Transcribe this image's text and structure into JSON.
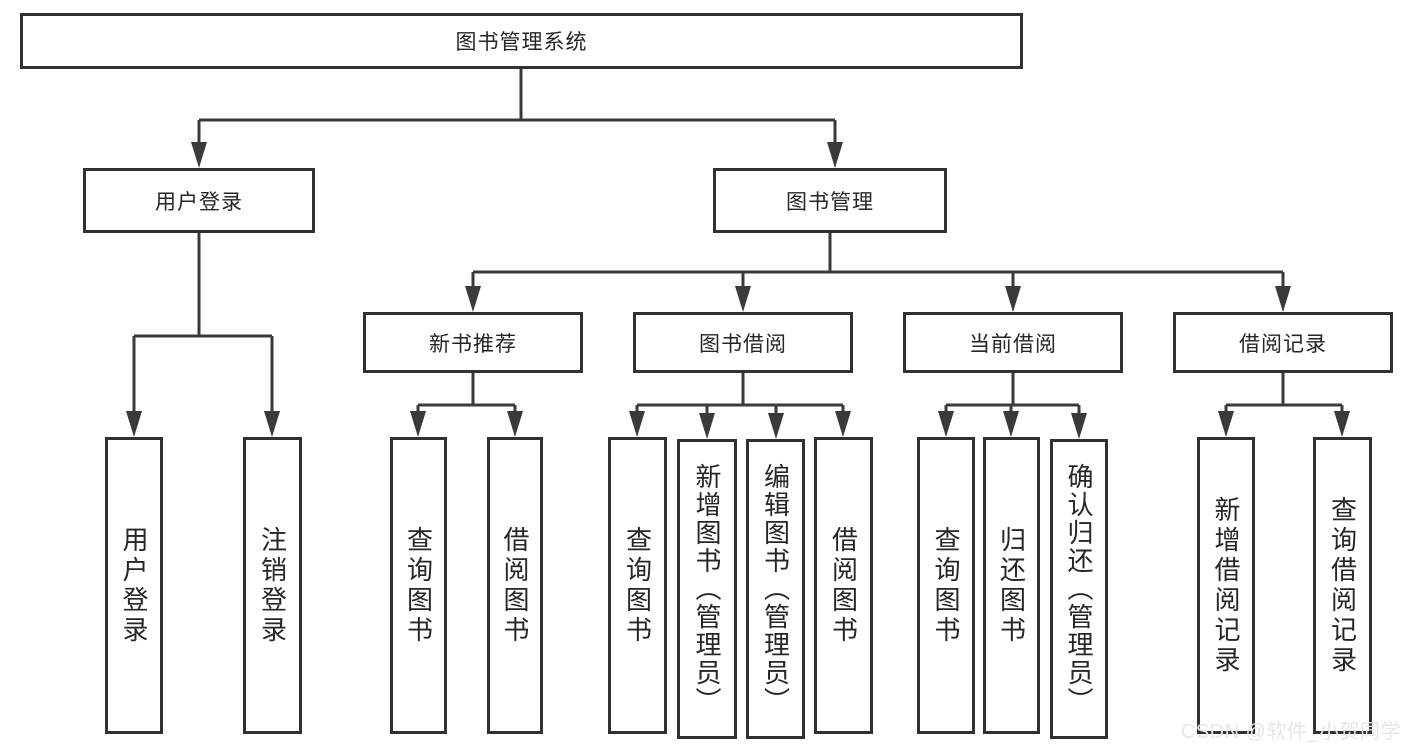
{
  "colors": {
    "background": "#ffffff",
    "line": "#3a3a3a",
    "box_border": "#313131",
    "box_fill": "#ffffff",
    "text": "#262626",
    "watermark": "#e8e6e6"
  },
  "watermark": {
    "text": "CSDN @软件_小贺同学"
  },
  "tree": {
    "root": {
      "label": "图书管理系统",
      "children": [
        {
          "label": "用户登录",
          "children": [
            {
              "label": "用户登录"
            },
            {
              "label": "注销登录"
            }
          ]
        },
        {
          "label": "图书管理",
          "children": [
            {
              "label": "新书推荐",
              "children": [
                {
                  "label": "查询图书"
                },
                {
                  "label": "借阅图书"
                }
              ]
            },
            {
              "label": "图书借阅",
              "children": [
                {
                  "label": "查询图书"
                },
                {
                  "label": "新增图书（管理员）"
                },
                {
                  "label": "编辑图书（管理员）"
                },
                {
                  "label": "借阅图书"
                }
              ]
            },
            {
              "label": "当前借阅",
              "children": [
                {
                  "label": "查询图书"
                },
                {
                  "label": "归还图书"
                },
                {
                  "label": "确认归还（管理员）"
                }
              ]
            },
            {
              "label": "借阅记录",
              "children": [
                {
                  "label": "新增借阅记录"
                },
                {
                  "label": "查询借阅记录"
                }
              ]
            }
          ]
        }
      ]
    }
  }
}
